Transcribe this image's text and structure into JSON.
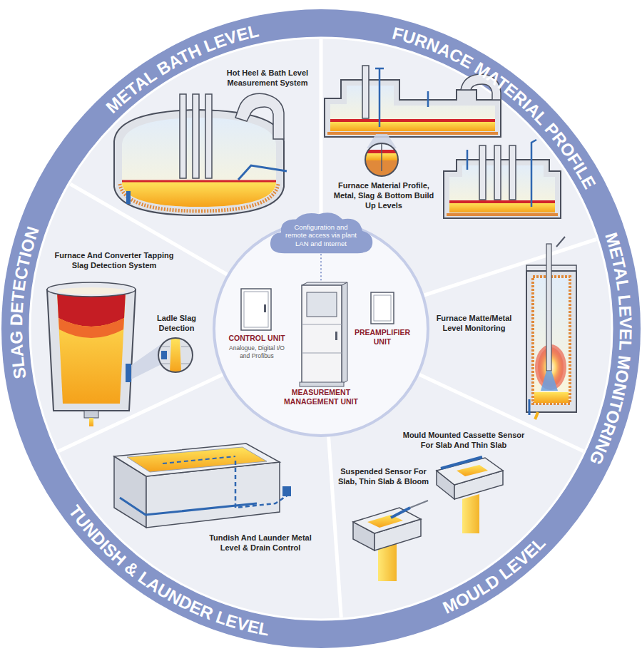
{
  "diagram": {
    "nodes": [
      {
        "text": [
          "Configuration and remote access via plant LAN and Internet"
        ]
      },
      {
        "text": [
          "CONTROL UNIT",
          "Analogue, Digital I/O and Profibus"
        ]
      },
      {
        "text": [
          "PREAMPLIFIER UNIT"
        ]
      },
      {
        "text": [
          "MEASUREMENT MANAGEMENT UNIT"
        ]
      }
    ],
    "edges": [
      {
        "from": 0,
        "to": 3,
        "arrow": "none"
      }
    ],
    "labels": [
      "METAL BATH LEVEL",
      "FURNACE MATERIAL PROFILE",
      "Hot Heel & Bath Level Measurement System",
      "Furnace Material Profile, Metal, Slag & Bottom Build Up Levels",
      "Furnace And Converter Tapping Slag Detection System",
      "METAL LEVEL MONITORING",
      "SLAG DETECTION",
      "Ladle Slag Detection",
      "Furnace Matte/Metal Level Monitoring",
      "Mould Mounted Cassette Sensor For Slab And Thin Slab",
      "Suspended Sensor For Slab, Thin Slab & Bloom",
      "Tundish And Launder Metal Level & Drain Control",
      "TUNDISH & LAUNDER LEVEL",
      "MOULD LEVEL"
    ]
  }
}
